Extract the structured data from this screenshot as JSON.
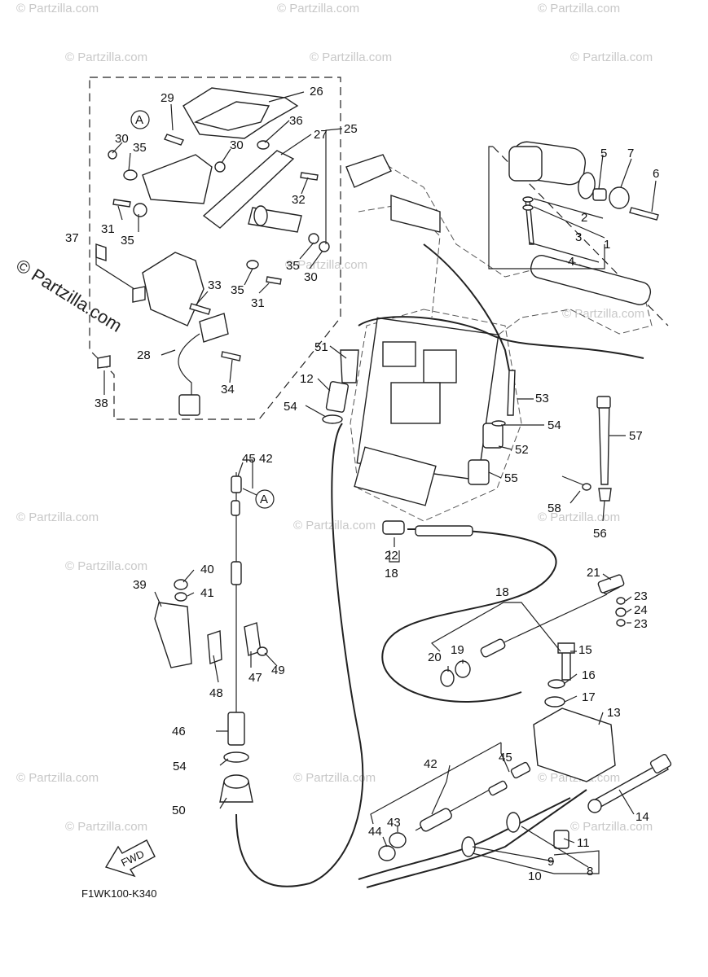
{
  "diagram": {
    "code": "F1WK100-K340",
    "fwd_label": "FWD",
    "ref_marker": "A",
    "watermark": "© Partzilla.com",
    "watermark_small": "© Partzilla.com"
  },
  "callouts": [
    {
      "n": "1"
    },
    {
      "n": "2"
    },
    {
      "n": "3"
    },
    {
      "n": "4"
    },
    {
      "n": "5"
    },
    {
      "n": "6"
    },
    {
      "n": "7"
    },
    {
      "n": "8"
    },
    {
      "n": "9"
    },
    {
      "n": "10"
    },
    {
      "n": "11"
    },
    {
      "n": "12"
    },
    {
      "n": "13"
    },
    {
      "n": "14"
    },
    {
      "n": "15"
    },
    {
      "n": "16"
    },
    {
      "n": "17"
    },
    {
      "n": "18"
    },
    {
      "n": "19"
    },
    {
      "n": "20"
    },
    {
      "n": "21"
    },
    {
      "n": "22"
    },
    {
      "n": "23"
    },
    {
      "n": "24"
    },
    {
      "n": "25"
    },
    {
      "n": "26"
    },
    {
      "n": "27"
    },
    {
      "n": "28"
    },
    {
      "n": "29"
    },
    {
      "n": "30"
    },
    {
      "n": "31"
    },
    {
      "n": "32"
    },
    {
      "n": "33"
    },
    {
      "n": "34"
    },
    {
      "n": "35"
    },
    {
      "n": "36"
    },
    {
      "n": "37"
    },
    {
      "n": "38"
    },
    {
      "n": "39"
    },
    {
      "n": "40"
    },
    {
      "n": "41"
    },
    {
      "n": "42"
    },
    {
      "n": "43"
    },
    {
      "n": "44"
    },
    {
      "n": "45"
    },
    {
      "n": "46"
    },
    {
      "n": "47"
    },
    {
      "n": "48"
    },
    {
      "n": "49"
    },
    {
      "n": "50"
    },
    {
      "n": "51"
    },
    {
      "n": "52"
    },
    {
      "n": "53"
    },
    {
      "n": "54"
    },
    {
      "n": "55"
    },
    {
      "n": "56"
    },
    {
      "n": "57"
    },
    {
      "n": "58"
    }
  ]
}
